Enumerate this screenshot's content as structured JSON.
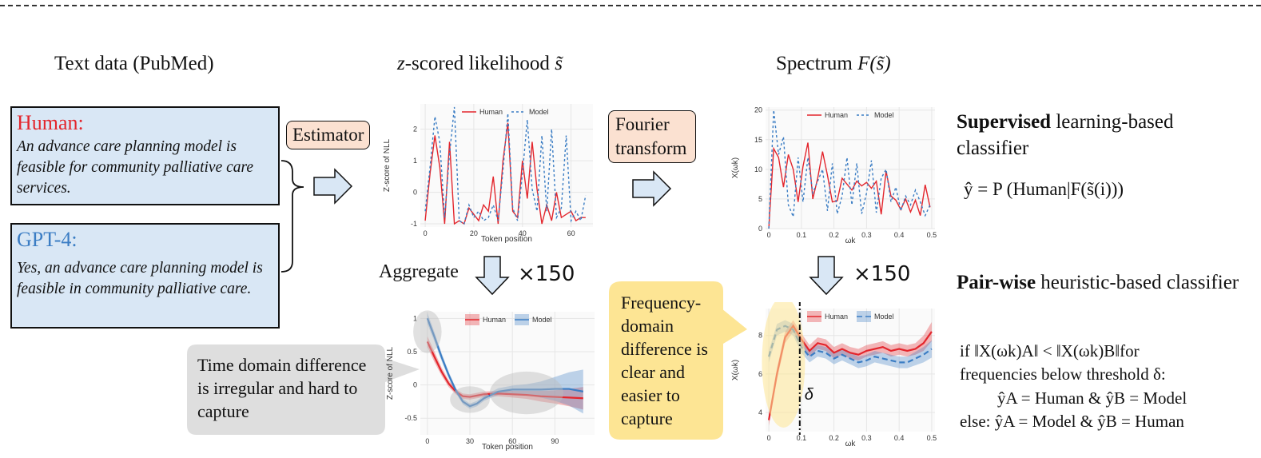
{
  "titles": {
    "text_data": "Text data (PubMed)",
    "likelihood_prefix": "z",
    "likelihood_rest": "-scored likelihood ",
    "likelihood_symbol": "s̃",
    "spectrum_prefix": "Spectrum ",
    "spectrum_symbol": "F(s̃)"
  },
  "human_box": {
    "label": "Human:",
    "text": "An advance care planning model is feasible for community palliative care services."
  },
  "gpt_box": {
    "label": "GPT-4:",
    "text": "Yes, an advance care planning model is feasible in community palliative care."
  },
  "estimator_label": "Estimator",
  "fourier_label_line1": "Fourier",
  "fourier_label_line2": "transform",
  "aggregate_label": "Aggregate",
  "multiplier_left": "×150",
  "multiplier_right": "×150",
  "time_bubble": "Time domain difference is irregular and hard to capture",
  "freq_bubble": "Frequency-domain difference is clear and easier to capture",
  "supervised": {
    "bold": "Supervised",
    "rest": " learning-based classifier",
    "formula": "ŷ = P (Human|F(s̃(i)))"
  },
  "pairwise": {
    "bold": "Pair-wise",
    "rest": " heuristic-based classifier",
    "rule_line1": "if ‖X(ωk)A‖ < ‖X(ωk)B‖for",
    "rule_line2": "frequencies below threshold δ:",
    "rule_line3": "ŷA = Human & ŷB = Model",
    "rule_line4": "else: ŷA = Model & ŷB = Human"
  },
  "delta_symbol": "δ",
  "colors": {
    "human": "#e3262d",
    "model": "#3b7dc4",
    "box_fill": "#d9e7f5",
    "pill_fill": "#fbe1d1",
    "grey_bubble": "#dedede",
    "yellow_bubble": "#fde594"
  },
  "chart_data": [
    {
      "id": "nll-series",
      "type": "line",
      "xlabel": "Token position",
      "ylabel": "Z-score of NLL",
      "xticks": [
        0,
        20,
        40,
        60
      ],
      "yticks": [
        -1,
        0,
        1,
        2
      ],
      "xlim": [
        -2,
        69
      ],
      "ylim": [
        -1.1,
        2.8
      ],
      "legend": "top",
      "series": [
        {
          "name": "Human",
          "style": "solid",
          "x": [
            0,
            2,
            4,
            6,
            8,
            10,
            12,
            14,
            16,
            18,
            20,
            22,
            24,
            26,
            28,
            30,
            32,
            34,
            36,
            38,
            40,
            42,
            44,
            46,
            48,
            50,
            52,
            54,
            56,
            58,
            60,
            62,
            64,
            66
          ],
          "values": [
            -0.9,
            0.6,
            1.8,
            0.8,
            -1.0,
            1.6,
            -1.0,
            -0.9,
            -1.0,
            -0.5,
            -0.7,
            -0.9,
            -0.4,
            -0.6,
            0.5,
            -1.0,
            1.0,
            2.2,
            -0.6,
            -0.8,
            1.0,
            -0.2,
            1.6,
            0.1,
            -1.0,
            -0.4,
            -0.9,
            0.0,
            -0.8,
            -0.7,
            -0.6,
            -0.9,
            -0.8,
            -0.8
          ]
        },
        {
          "name": "Model",
          "style": "dotted",
          "x": [
            0,
            2,
            4,
            6,
            8,
            10,
            12,
            14,
            16,
            18,
            20,
            22,
            24,
            26,
            28,
            30,
            32,
            34,
            36,
            38,
            40,
            42,
            44,
            46,
            48,
            50,
            52,
            54,
            56,
            58,
            60,
            62,
            64,
            66
          ],
          "values": [
            -0.6,
            0.8,
            2.4,
            1.6,
            -0.8,
            1.2,
            2.7,
            -0.9,
            -1.0,
            -0.4,
            -0.8,
            -0.6,
            -0.9,
            -0.8,
            -0.4,
            -0.9,
            0.7,
            2.5,
            -0.5,
            -0.9,
            0.6,
            2.3,
            0.1,
            -0.6,
            1.8,
            -0.6,
            2.0,
            -0.8,
            -0.5,
            1.8,
            -0.9,
            -0.6,
            -0.9,
            -0.1
          ]
        }
      ]
    },
    {
      "id": "spectrum",
      "type": "line",
      "xlabel": "ωk",
      "ylabel": "X(ωk)",
      "xticks": [
        0.0,
        0.1,
        0.2,
        0.3,
        0.4,
        0.5
      ],
      "yticks": [
        0,
        5,
        10,
        15,
        20
      ],
      "xlim": [
        -0.01,
        0.51
      ],
      "ylim": [
        0,
        20.5
      ],
      "legend": "top-right",
      "series": [
        {
          "name": "Human",
          "style": "solid",
          "x": [
            0,
            0.015,
            0.03,
            0.045,
            0.06,
            0.075,
            0.09,
            0.105,
            0.12,
            0.135,
            0.15,
            0.165,
            0.18,
            0.195,
            0.21,
            0.225,
            0.24,
            0.255,
            0.27,
            0.285,
            0.3,
            0.315,
            0.33,
            0.345,
            0.36,
            0.375,
            0.39,
            0.405,
            0.42,
            0.435,
            0.45,
            0.465,
            0.48,
            0.495
          ],
          "values": [
            0,
            13.5,
            12.0,
            7.0,
            12.5,
            10.0,
            4.5,
            10.5,
            14.5,
            5.0,
            8.5,
            13.0,
            9.0,
            4.5,
            4.7,
            8.5,
            7.5,
            6.5,
            8.0,
            7.2,
            7.8,
            6.8,
            8.0,
            2.4,
            9.7,
            5.5,
            4.8,
            3.2,
            5.0,
            2.8,
            4.8,
            2.2,
            7.4,
            3.6
          ]
        },
        {
          "name": "Model",
          "style": "dotted",
          "x": [
            0,
            0.015,
            0.03,
            0.045,
            0.06,
            0.075,
            0.09,
            0.105,
            0.12,
            0.135,
            0.15,
            0.165,
            0.18,
            0.195,
            0.21,
            0.225,
            0.24,
            0.255,
            0.27,
            0.285,
            0.3,
            0.315,
            0.33,
            0.345,
            0.36,
            0.375,
            0.39,
            0.405,
            0.42,
            0.435,
            0.45,
            0.465,
            0.48,
            0.495
          ],
          "values": [
            0,
            20.0,
            12.5,
            15.5,
            4.0,
            2.0,
            12.0,
            4.5,
            12.0,
            6.0,
            8.0,
            10.0,
            3.0,
            11.0,
            2.5,
            5.5,
            12.0,
            4.0,
            11.0,
            2.5,
            6.0,
            11.5,
            2.7,
            8.5,
            10.0,
            4.5,
            7.0,
            3.0,
            5.5,
            4.0,
            6.5,
            4.5,
            2.2,
            4.0
          ]
        }
      ]
    },
    {
      "id": "aggregate-time",
      "type": "area",
      "xlabel": "Token position",
      "ylabel": "Z-score of NLL",
      "xticks": [
        0,
        30,
        60,
        90
      ],
      "yticks": [
        -0.5,
        0.0,
        0.5,
        1.0
      ],
      "xlim": [
        -5,
        118
      ],
      "ylim": [
        -0.75,
        1.1
      ],
      "legend": "top",
      "series": [
        {
          "name": "Human",
          "style": "solid",
          "x": [
            0,
            5,
            10,
            15,
            20,
            25,
            30,
            35,
            40,
            50,
            60,
            70,
            80,
            90,
            100,
            110
          ],
          "values": [
            0.65,
            0.42,
            0.2,
            0.02,
            -0.1,
            -0.17,
            -0.18,
            -0.16,
            -0.14,
            -0.13,
            -0.14,
            -0.15,
            -0.17,
            -0.18,
            -0.19,
            -0.2
          ],
          "band": [
            0.08,
            0.08,
            0.06,
            0.05,
            0.04,
            0.04,
            0.04,
            0.04,
            0.04,
            0.04,
            0.05,
            0.06,
            0.08,
            0.1,
            0.13,
            0.17
          ]
        },
        {
          "name": "Model",
          "style": "solid",
          "x": [
            0,
            5,
            10,
            15,
            20,
            25,
            30,
            35,
            40,
            50,
            60,
            70,
            80,
            90,
            100,
            110
          ],
          "values": [
            1.0,
            0.72,
            0.42,
            0.15,
            -0.08,
            -0.25,
            -0.32,
            -0.28,
            -0.2,
            -0.1,
            -0.07,
            -0.07,
            -0.07,
            -0.06,
            -0.06,
            -0.1
          ],
          "band": [
            0.08,
            0.07,
            0.06,
            0.05,
            0.04,
            0.04,
            0.04,
            0.04,
            0.04,
            0.05,
            0.06,
            0.08,
            0.12,
            0.18,
            0.25,
            0.33
          ]
        }
      ]
    },
    {
      "id": "aggregate-spectrum",
      "type": "area",
      "xlabel": "ωk",
      "ylabel": "X(ωk)",
      "xticks": [
        0.0,
        0.1,
        0.2,
        0.3,
        0.4,
        0.5
      ],
      "yticks": [
        4,
        6,
        8
      ],
      "xlim": [
        -0.01,
        0.51
      ],
      "ylim": [
        3.0,
        9.4
      ],
      "legend": "top-right",
      "threshold_x": 0.095,
      "series": [
        {
          "name": "Human",
          "style": "solid",
          "x": [
            0,
            0.025,
            0.05,
            0.075,
            0.1,
            0.125,
            0.15,
            0.175,
            0.2,
            0.225,
            0.25,
            0.275,
            0.3,
            0.325,
            0.35,
            0.375,
            0.4,
            0.425,
            0.45,
            0.475,
            0.5
          ],
          "values": [
            3.6,
            6.0,
            7.9,
            8.5,
            7.8,
            7.2,
            7.6,
            7.5,
            7.1,
            7.3,
            7.1,
            7.0,
            7.2,
            7.3,
            7.4,
            7.2,
            7.3,
            7.2,
            7.3,
            7.6,
            8.2
          ],
          "band": [
            0.3,
            0.3,
            0.3,
            0.3,
            0.3,
            0.3,
            0.3,
            0.3,
            0.3,
            0.3,
            0.3,
            0.3,
            0.3,
            0.3,
            0.3,
            0.3,
            0.3,
            0.3,
            0.3,
            0.4,
            0.5
          ]
        },
        {
          "name": "Model",
          "style": "dashed",
          "x": [
            0,
            0.025,
            0.05,
            0.075,
            0.1,
            0.125,
            0.15,
            0.175,
            0.2,
            0.225,
            0.25,
            0.275,
            0.3,
            0.325,
            0.35,
            0.375,
            0.4,
            0.425,
            0.45,
            0.475,
            0.5
          ],
          "values": [
            6.9,
            8.3,
            8.5,
            8.3,
            7.4,
            6.9,
            7.2,
            7.1,
            6.8,
            7.0,
            6.8,
            6.6,
            6.7,
            6.9,
            6.8,
            6.7,
            6.6,
            6.6,
            6.8,
            7.0,
            7.3
          ],
          "band": [
            0.3,
            0.3,
            0.3,
            0.3,
            0.3,
            0.3,
            0.3,
            0.3,
            0.3,
            0.3,
            0.3,
            0.3,
            0.3,
            0.3,
            0.3,
            0.3,
            0.3,
            0.3,
            0.35,
            0.4,
            0.45
          ]
        }
      ]
    }
  ]
}
